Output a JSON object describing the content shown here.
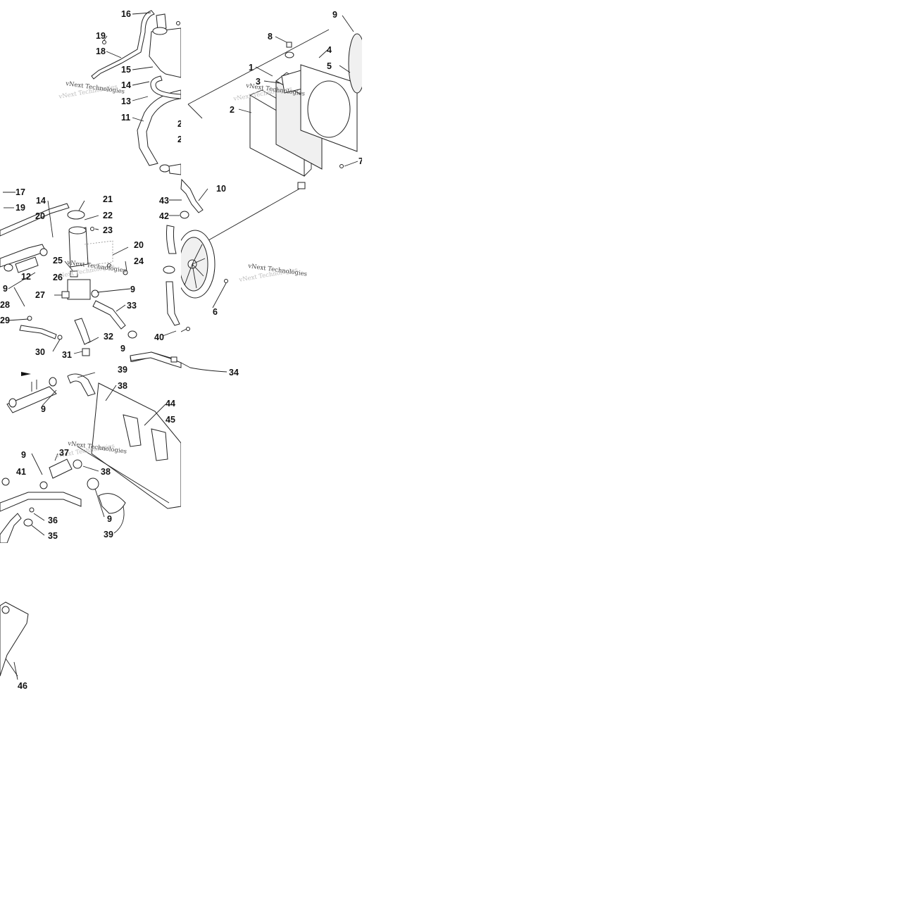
{
  "diagram": {
    "watermark": "vNext Technologies",
    "callouts": [
      "1",
      "2",
      "3",
      "4",
      "5",
      "6",
      "7",
      "8",
      "9",
      "10",
      "11",
      "12",
      "13",
      "14",
      "15",
      "16",
      "17",
      "18",
      "19",
      "20",
      "21",
      "22",
      "23",
      "24",
      "25",
      "26",
      "27",
      "28",
      "29",
      "30",
      "31",
      "32",
      "33",
      "34",
      "35",
      "36",
      "37",
      "38",
      "39",
      "40",
      "41",
      "42",
      "43",
      "44",
      "45",
      "46"
    ]
  }
}
